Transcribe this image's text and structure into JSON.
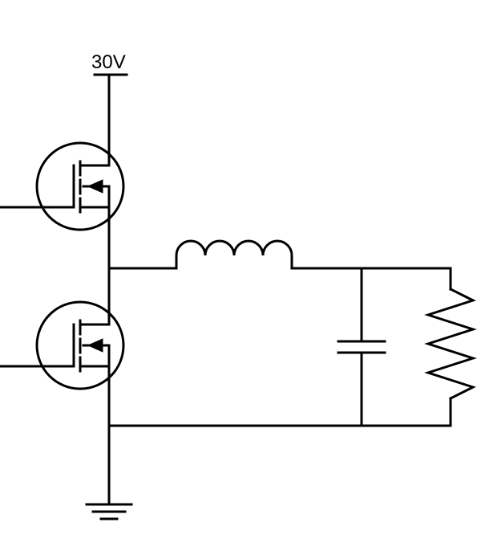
{
  "supply": {
    "label": "30V"
  },
  "components": {
    "high_side_switch": {
      "type": "n-channel-mosfet"
    },
    "low_side_switch": {
      "type": "n-channel-mosfet"
    },
    "inductor": {
      "type": "inductor"
    },
    "capacitor": {
      "type": "capacitor"
    },
    "load_resistor": {
      "type": "resistor"
    },
    "ground": {
      "type": "ground-symbol"
    }
  },
  "colors": {
    "line": "#000000",
    "background": "#ffffff"
  }
}
